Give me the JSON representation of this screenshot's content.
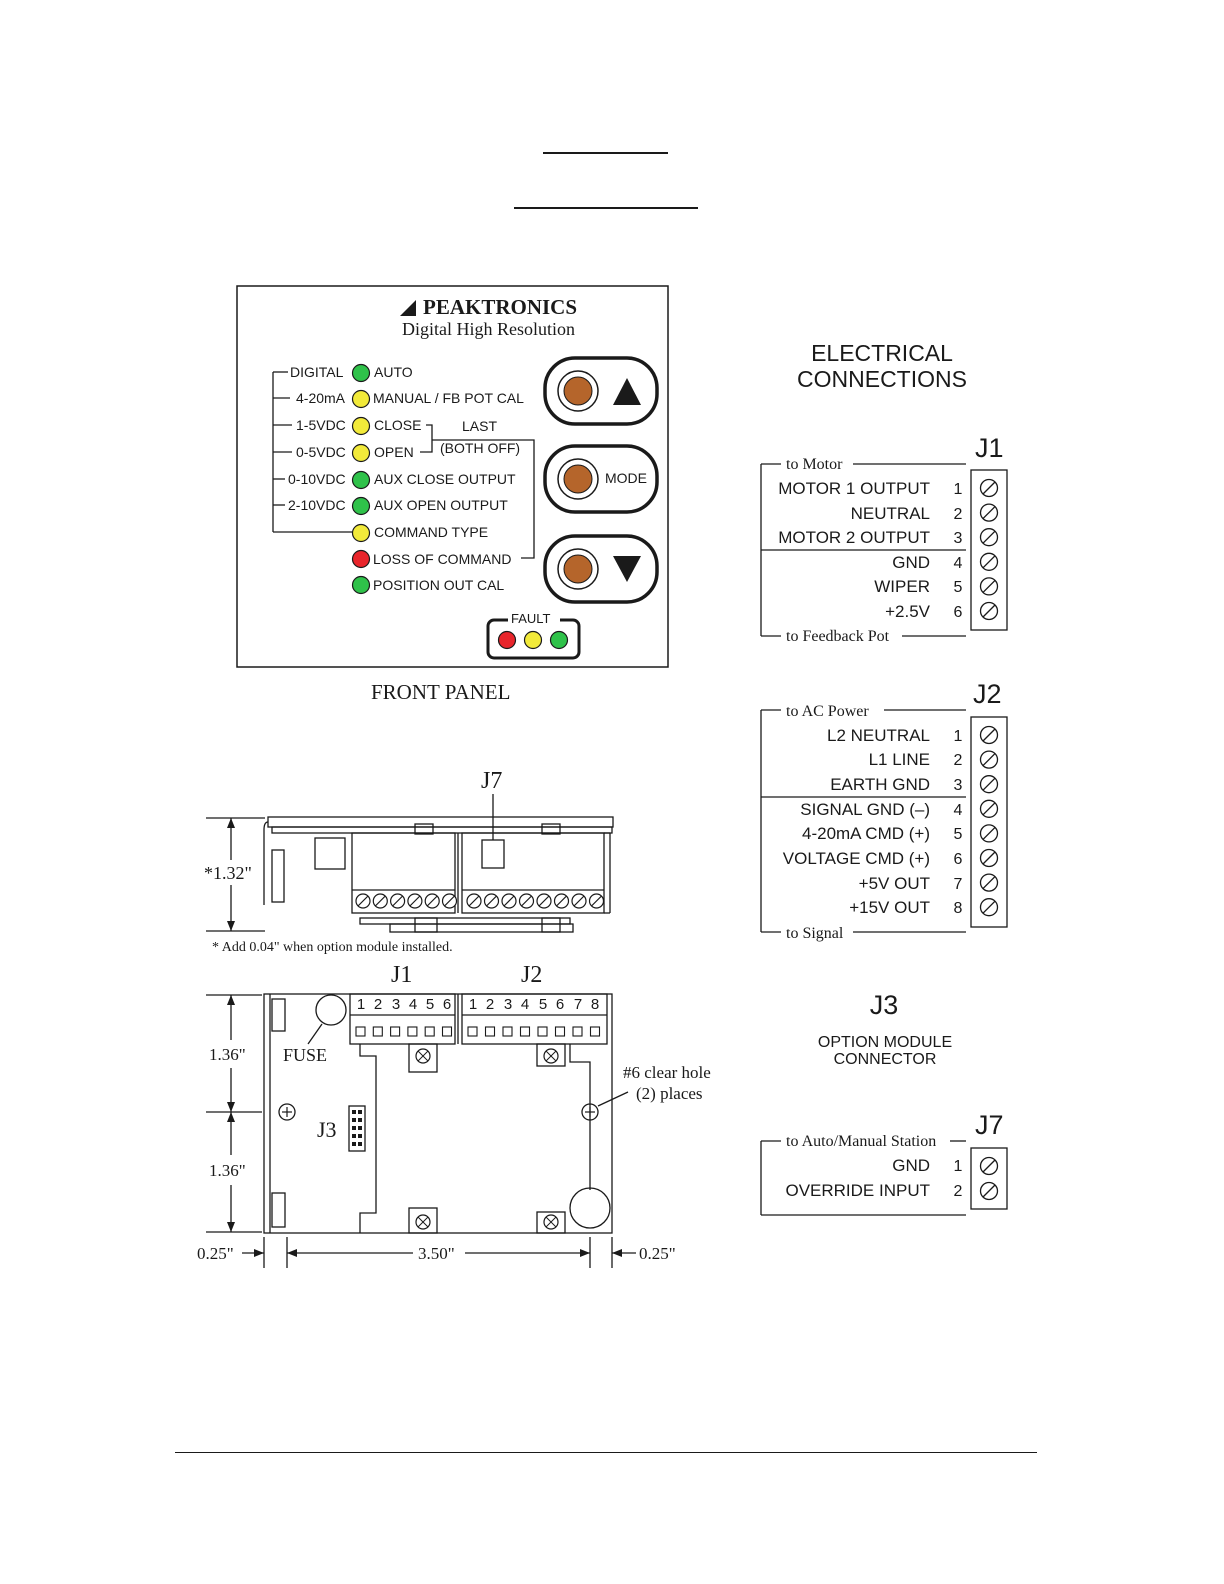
{
  "brand": {
    "name": "PEAKTRONICS",
    "subtitle": "Digital High Resolution"
  },
  "front_panel": {
    "caption": "FRONT PANEL",
    "mode_label": "MODE",
    "fault_label": "FAULT",
    "last_label": "LAST",
    "both_off_label": "(BOTH OFF)",
    "signals": [
      "DIGITAL",
      "4-20mA",
      "1-5VDC",
      "0-5VDC",
      "0-10VDC",
      "2-10VDC"
    ],
    "leds": [
      {
        "label": "AUTO",
        "color": "#2fc24a"
      },
      {
        "label": "MANUAL / FB POT CAL",
        "color": "#f2ea3a"
      },
      {
        "label": "CLOSE",
        "color": "#f2ea3a"
      },
      {
        "label": "OPEN",
        "color": "#f2ea3a"
      },
      {
        "label": "AUX CLOSE OUTPUT",
        "color": "#2fc24a"
      },
      {
        "label": "AUX OPEN OUTPUT",
        "color": "#2fc24a"
      },
      {
        "label": "COMMAND TYPE",
        "color": "#f2ea3a"
      },
      {
        "label": "LOSS OF COMMAND",
        "color": "#e8252b"
      },
      {
        "label": "POSITION OUT CAL",
        "color": "#2fc24a"
      }
    ],
    "fault_colors": [
      "#e8252b",
      "#f2ea3a",
      "#2fc24a"
    ],
    "button_color": "#b5652b"
  },
  "electrical": {
    "title_line1": "ELECTRICAL",
    "title_line2": "CONNECTIONS",
    "j1": {
      "name": "J1",
      "top_label": "to Motor",
      "bottom_label": "to Feedback Pot",
      "rows": [
        {
          "label": "MOTOR 1 OUTPUT",
          "num": "1"
        },
        {
          "label": "NEUTRAL",
          "num": "2"
        },
        {
          "label": "MOTOR 2 OUTPUT",
          "num": "3"
        },
        {
          "label": "GND",
          "num": "4"
        },
        {
          "label": "WIPER",
          "num": "5"
        },
        {
          "label": "+2.5V",
          "num": "6"
        }
      ]
    },
    "j2": {
      "name": "J2",
      "top_label": "to AC Power",
      "bottom_label": "to Signal",
      "rows": [
        {
          "label": "L2 NEUTRAL",
          "num": "1"
        },
        {
          "label": "L1 LINE",
          "num": "2"
        },
        {
          "label": "EARTH GND",
          "num": "3"
        },
        {
          "label": "SIGNAL GND (–)",
          "num": "4"
        },
        {
          "label": "4-20mA CMD (+)",
          "num": "5"
        },
        {
          "label": "VOLTAGE CMD (+)",
          "num": "6"
        },
        {
          "label": "+5V OUT",
          "num": "7"
        },
        {
          "label": "+15V OUT",
          "num": "8"
        }
      ]
    },
    "j3": {
      "name": "J3",
      "line1": "OPTION MODULE",
      "line2": "CONNECTOR"
    },
    "j7": {
      "name": "J7",
      "top_label": "to Auto/Manual Station",
      "rows": [
        {
          "label": "GND",
          "num": "1"
        },
        {
          "label": "OVERRIDE INPUT",
          "num": "2"
        }
      ]
    }
  },
  "mechanical": {
    "j7_label": "J7",
    "height_dim": "*1.32\"",
    "note": "* Add 0.04\" when option module installed.",
    "j1_label": "J1",
    "j2_label": "J2",
    "j1_pins": [
      "1",
      "2",
      "3",
      "4",
      "5",
      "6"
    ],
    "j2_pins": [
      "1",
      "2",
      "3",
      "4",
      "5",
      "6",
      "7",
      "8"
    ],
    "fuse_label": "FUSE",
    "j3_label": "J3",
    "hole_line1": "#6 clear hole",
    "hole_line2": "(2) places",
    "dim_left_top": "1.36\"",
    "dim_left_bottom": "1.36\"",
    "dim_width": "3.50\"",
    "dim_margin_left": "0.25\"",
    "dim_margin_right": "0.25\""
  }
}
